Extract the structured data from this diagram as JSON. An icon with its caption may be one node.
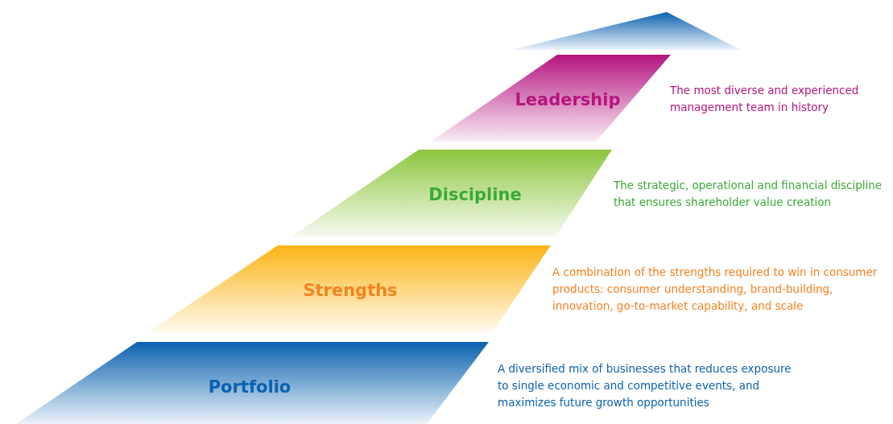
{
  "diagram": {
    "nodes": [
      {
        "text": [],
        "shape": "parallelogram"
      },
      {
        "text": [
          "Leadership"
        ],
        "beside": [
          "The most diverse and experienced management team in history"
        ]
      },
      {
        "text": [
          "Discipline"
        ],
        "beside": [
          "The strategic, operational and financial discipline that ensures shareholder value creation"
        ]
      },
      {
        "text": [
          "Strengths"
        ],
        "beside": [
          "A combination of the strengths required to win in consumer products: consumer understanding, brand-building, innovation, go-to-market capability, and scale"
        ]
      },
      {
        "text": [
          "Portfolio"
        ],
        "beside": [
          "A diversified mix of businesses that reduces exposure to single economic and competitive events, and maximizes future growth opportunities"
        ]
      }
    ]
  }
}
